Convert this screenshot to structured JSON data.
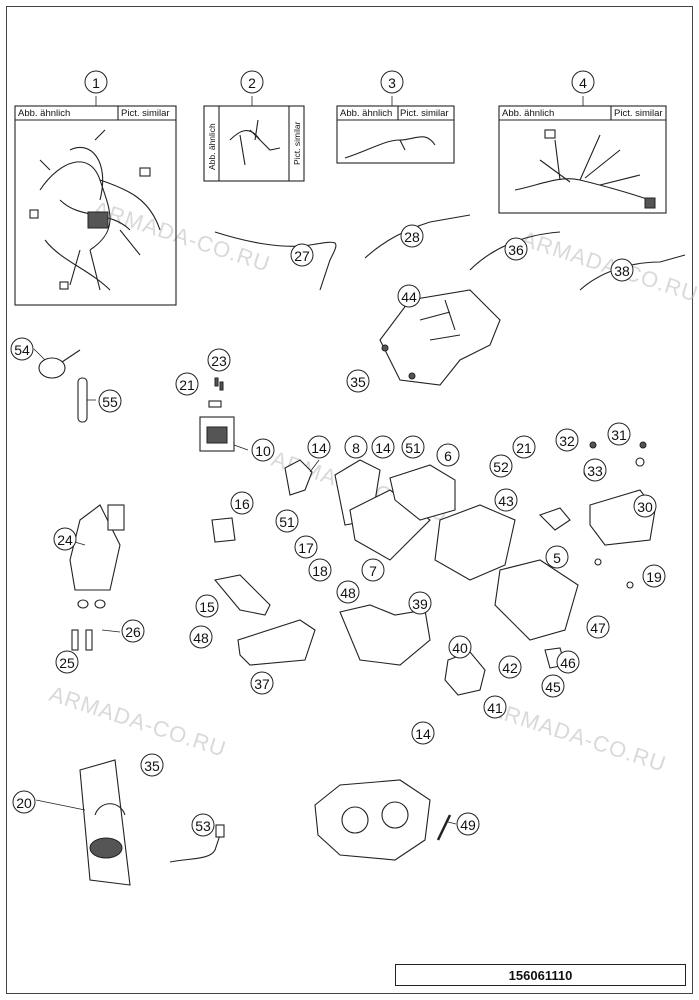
{
  "diagram": {
    "catalog_number": "156061110",
    "inset_labels": {
      "abb": "Abb. ähnlich",
      "pict": "Pict. similar"
    },
    "watermark": "ARMADA-CO.RU",
    "callouts": [
      "1",
      "2",
      "3",
      "4",
      "27",
      "28",
      "36",
      "38",
      "44",
      "35",
      "54",
      "55",
      "23",
      "21",
      "10",
      "14",
      "8",
      "14",
      "51",
      "6",
      "21",
      "52",
      "32",
      "31",
      "33",
      "16",
      "51",
      "43",
      "30",
      "24",
      "17",
      "18",
      "7",
      "5",
      "19",
      "48",
      "15",
      "39",
      "47",
      "26",
      "48",
      "40",
      "42",
      "46",
      "25",
      "37",
      "45",
      "41",
      "14",
      "35",
      "20",
      "53",
      "49"
    ]
  }
}
